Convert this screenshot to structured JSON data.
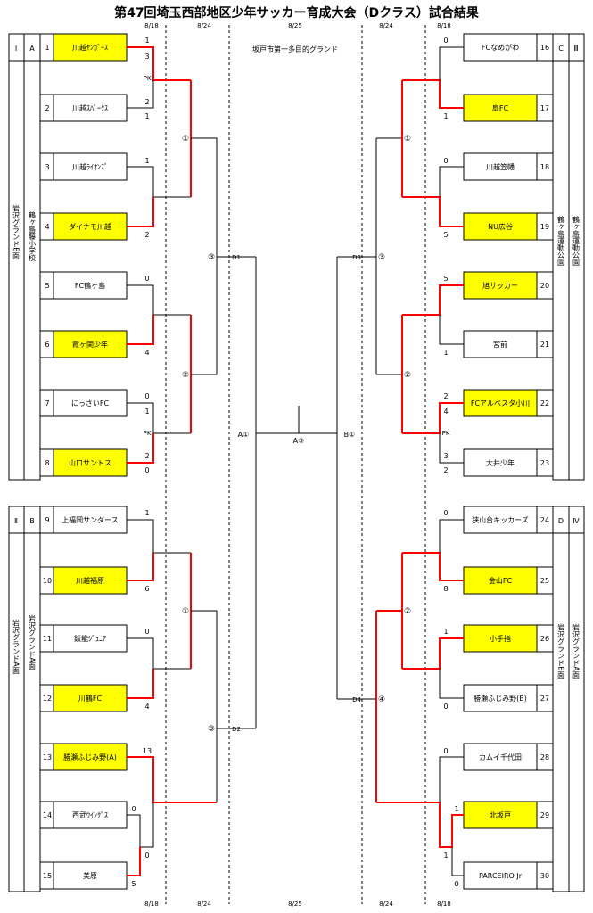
{
  "title": "第47回埼玉西部地区少年サッカー育成大会（Dクラス）試合結果",
  "venue_main": "坂戸市第一多目的グランド",
  "dates": [
    "8/18",
    "8/24",
    "8/25",
    "8/24",
    "8/18"
  ],
  "blocks": {
    "I": {
      "roman": "Ⅰ",
      "letter": "A",
      "venue": "岩沢グランドB面",
      "venue2": "鶴ヶ島藤小学校"
    },
    "II": {
      "roman": "Ⅱ",
      "letter": "B",
      "venue": "岩沢グランドA面",
      "venue2": "岩沢グランドA面"
    },
    "III": {
      "roman": "Ⅲ",
      "letter": "C",
      "venue": "鶴ヶ島運動公園",
      "venue2": "鶴ヶ島運動公園"
    },
    "IV": {
      "roman": "Ⅳ",
      "letter": "D",
      "venue": "岩沢グランドA面",
      "venue2": "岩沢グランドB面"
    }
  },
  "teams_left": [
    {
      "no": "1",
      "name": "川越ﾔﾝｶﾞｰｽ",
      "win": true
    },
    {
      "no": "2",
      "name": "川越ｽﾊﾟｰｸｽ",
      "win": false
    },
    {
      "no": "3",
      "name": "川越ﾗｲｵﾝｽﾞ",
      "win": false
    },
    {
      "no": "4",
      "name": "ダイナモ川越",
      "win": true
    },
    {
      "no": "5",
      "name": "FC鶴ヶ島",
      "win": false
    },
    {
      "no": "6",
      "name": "霞ヶ関少年",
      "win": true
    },
    {
      "no": "7",
      "name": "にっさいFC",
      "win": false
    },
    {
      "no": "8",
      "name": "山口サントス",
      "win": true
    },
    {
      "no": "9",
      "name": "上福岡サンダース",
      "win": false
    },
    {
      "no": "10",
      "name": "川越福原",
      "win": true
    },
    {
      "no": "11",
      "name": "飯能ｼﾞｭﾆｱ",
      "win": false
    },
    {
      "no": "12",
      "name": "川鶴FC",
      "win": true
    },
    {
      "no": "13",
      "name": "勝瀬ふじみ野(A)",
      "win": true
    },
    {
      "no": "14",
      "name": "西武ｳｲﾝｸﾞｽ",
      "win": false
    },
    {
      "no": "15",
      "name": "美原",
      "win": false
    }
  ],
  "teams_right": [
    {
      "no": "16",
      "name": "FCなめがわ",
      "win": false
    },
    {
      "no": "17",
      "name": "扇FC",
      "win": true
    },
    {
      "no": "18",
      "name": "川越笠幡",
      "win": false
    },
    {
      "no": "19",
      "name": "NU広谷",
      "win": true
    },
    {
      "no": "20",
      "name": "旭サッカー",
      "win": true
    },
    {
      "no": "21",
      "name": "宮前",
      "win": false
    },
    {
      "no": "22",
      "name": "FCアルベスタ小川",
      "win": true
    },
    {
      "no": "23",
      "name": "大井少年",
      "win": false
    },
    {
      "no": "24",
      "name": "狭山台キッカーズ",
      "win": false
    },
    {
      "no": "25",
      "name": "金山FC",
      "win": true
    },
    {
      "no": "26",
      "name": "小手指",
      "win": true
    },
    {
      "no": "27",
      "name": "勝瀬ふじみ野(B)",
      "win": false
    },
    {
      "no": "28",
      "name": "カムイ千代田",
      "win": false
    },
    {
      "no": "29",
      "name": "北坂戸",
      "win": true
    },
    {
      "no": "30",
      "name": "PARCEIRO Jr",
      "win": false
    }
  ],
  "scores_left": [
    "1",
    "3",
    "2",
    "1",
    "1",
    "2",
    "0",
    "4",
    "0",
    "1",
    "2",
    "0",
    "1",
    "6",
    "0",
    "4",
    "13",
    "0",
    "0",
    "5"
  ],
  "scores_right": [
    "0",
    "1",
    "0",
    "5",
    "5",
    "1",
    "2",
    "4",
    "3",
    "2",
    "0",
    "8",
    "1",
    "0",
    "0",
    "1",
    "1",
    "0"
  ],
  "labels": {
    "pk": "PK",
    "c1": "①",
    "c2": "②",
    "c3": "③",
    "c4": "④",
    "c5": "⑤",
    "d1": "D1",
    "d2": "D2",
    "d3": "D3",
    "d4": "D4",
    "a1": "A①",
    "a5": "A⑤",
    "b1": "B①"
  },
  "colors": {
    "win_fill": "#ffff00",
    "win_line": "#ff0000",
    "line": "#000000"
  }
}
